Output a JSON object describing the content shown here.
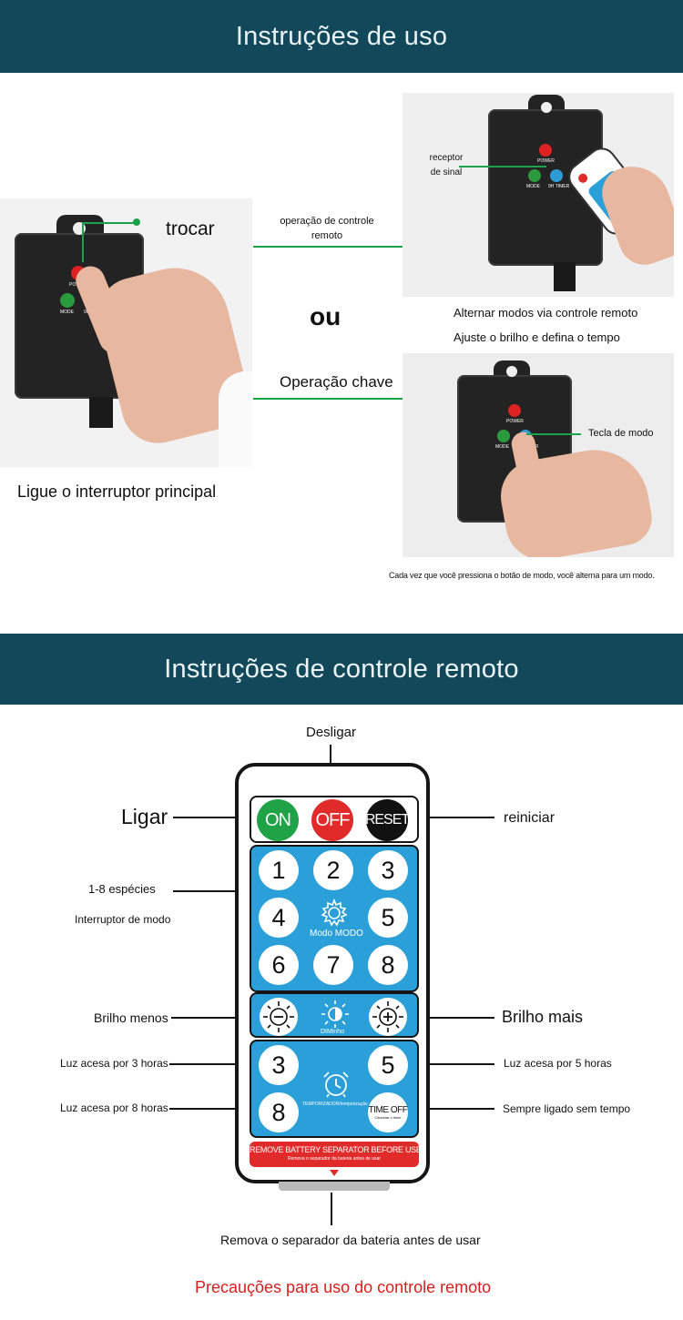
{
  "section1": {
    "title": "Instruções de uso",
    "label_trocar": "trocar",
    "label_remote_op": "operação de controle remoto",
    "label_ou": "ou",
    "label_key_op": "Operação chave",
    "label_receiver": "receptor de sinal",
    "caption_switch": "Ligue o interruptor principal",
    "caption_remote_1": "Alternar modos via controle remoto",
    "caption_remote_2": "Ajuste o brilho e defina o tempo",
    "label_mode_key": "Tecla de modo",
    "caption_mode": "Cada vez que você pressiona o botão de modo, você alterna para um modo."
  },
  "device": {
    "power_label": "POWER",
    "mode_label": "MODE",
    "timer_label": "9H TIMER"
  },
  "section2": {
    "title": "Instruções de controle remoto",
    "label_off": "Desligar",
    "label_on": "Ligar",
    "label_reset": "reiniciar",
    "label_modes_1": "1-8 espécies",
    "label_modes_2": "Interruptor de modo",
    "label_bright_minus": "Brilho menos",
    "label_bright_plus": "Brilho mais",
    "label_3h": "Luz acesa por 3 horas",
    "label_5h": "Luz acesa por 5 horas",
    "label_8h": "Luz acesa por 8 horas",
    "label_always": "Sempre ligado sem tempo",
    "label_remove": "Remova o separador da bateria antes de usar",
    "label_precautions": "Precauções para uso do controle remoto"
  },
  "remote": {
    "btn_on": "ON",
    "btn_off": "OFF",
    "btn_reset": "RESET",
    "keys": [
      "1",
      "2",
      "3",
      "4",
      "5",
      "6",
      "7",
      "8"
    ],
    "mode_label": "Modo MODO",
    "dim_label": "DIMinho",
    "timer_keys": [
      "3",
      "5",
      "8"
    ],
    "timer_label": "TEMPORIZADOR/temporização",
    "time_off": "TIME OFF",
    "time_off_sub": "Cancelar o timer",
    "battery_warning": "REMOVE BATTERY SEPARATOR BEFORE USE",
    "battery_warning_sub": "Remova o separador da bateria antes de usar"
  },
  "colors": {
    "banner": "#12485a",
    "accent_green": "#1aa34a",
    "remote_blue": "#2b9fd8",
    "on_green": "#1fa346",
    "off_red": "#e12b2b",
    "precaution_red": "#d81f1f"
  }
}
